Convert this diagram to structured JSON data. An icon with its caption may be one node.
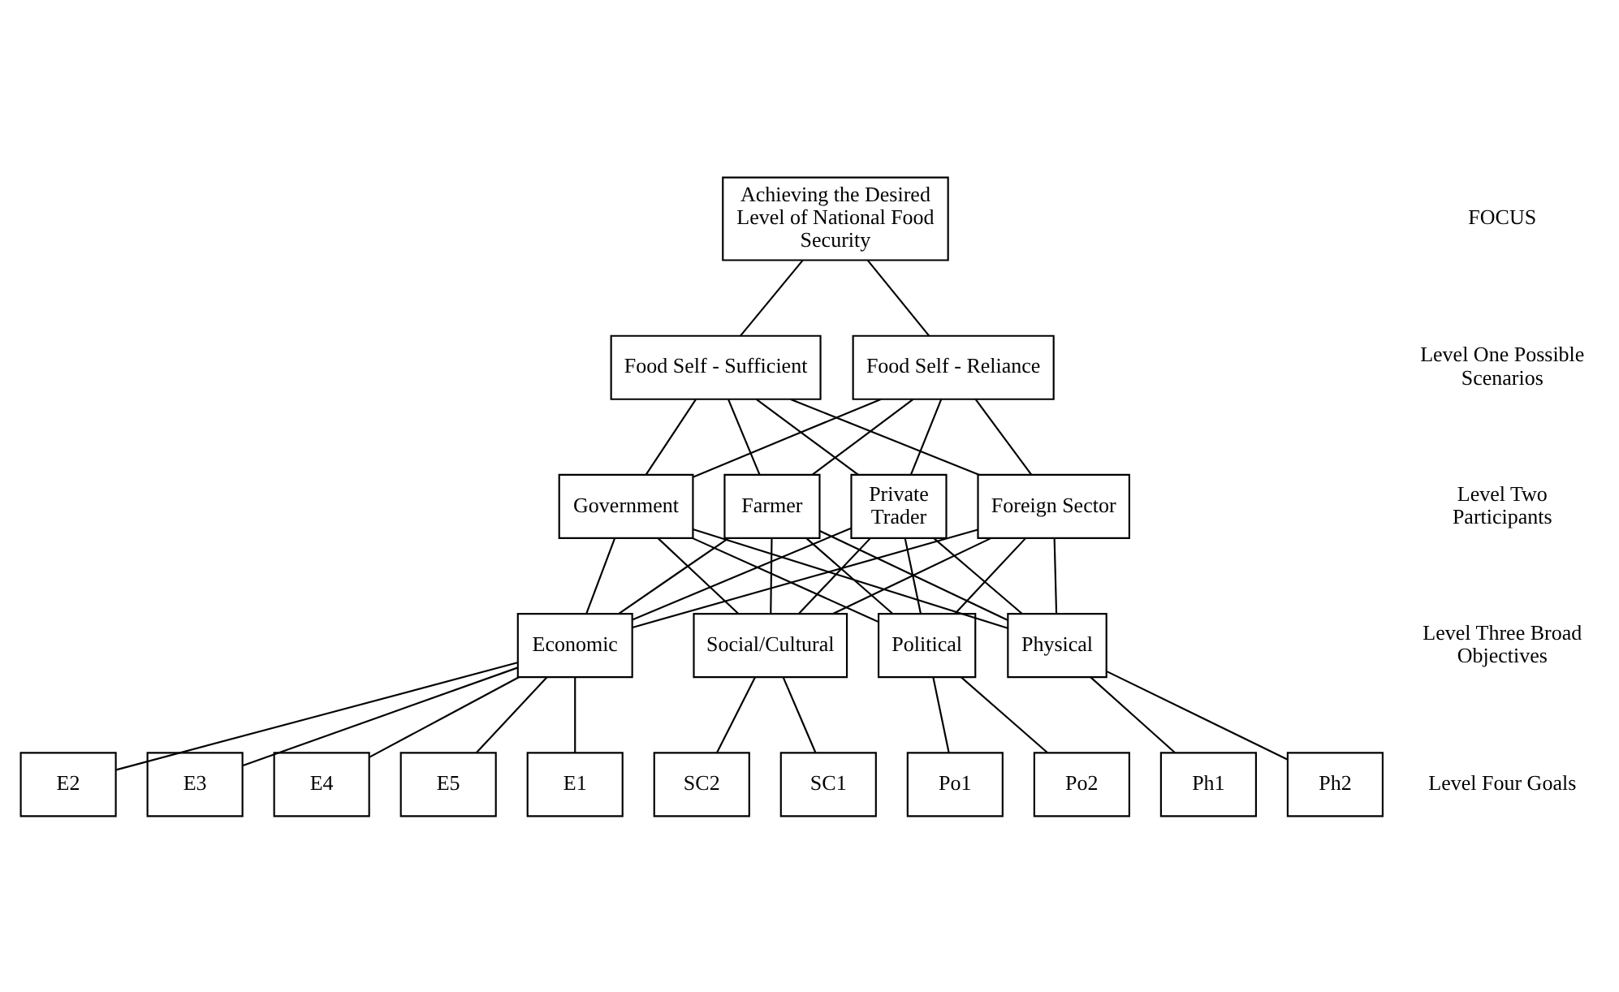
{
  "diagram": {
    "nodes": [
      {
        "text": [
          "Achieving the Desired Level of National Food Security"
        ]
      },
      {
        "text": [
          "Food Self - Sufficient"
        ]
      },
      {
        "text": [
          "Food Self - Reliance"
        ]
      },
      {
        "text": [
          "Government"
        ]
      },
      {
        "text": [
          "Farmer"
        ]
      },
      {
        "text": [
          "Private Trader"
        ]
      },
      {
        "text": [
          "Foreign Sector"
        ]
      },
      {
        "text": [
          "Physical"
        ]
      },
      {
        "text": [
          "Political"
        ]
      },
      {
        "text": [
          "Economic"
        ]
      },
      {
        "text": [
          "Social/Cultural"
        ]
      },
      {
        "text": [
          "Ph1"
        ]
      },
      {
        "text": [
          "Ph2"
        ]
      },
      {
        "text": [
          "Po1"
        ]
      },
      {
        "text": [
          "Po2"
        ]
      },
      {
        "text": [
          "E1"
        ]
      },
      {
        "text": [
          "E2"
        ]
      },
      {
        "text": [
          "E3"
        ]
      },
      {
        "text": [
          "E4"
        ]
      },
      {
        "text": [
          "E5"
        ]
      },
      {
        "text": [
          "SC1"
        ]
      },
      {
        "text": [
          "SC2"
        ]
      }
    ],
    "edges": [
      {
        "from": 0,
        "to": 1,
        "arrow": "none"
      },
      {
        "from": 0,
        "to": 2,
        "arrow": "none"
      },
      {
        "from": 1,
        "to": 3,
        "arrow": "none"
      },
      {
        "from": 1,
        "to": 4,
        "arrow": "none"
      },
      {
        "from": 1,
        "to": 5,
        "arrow": "none"
      },
      {
        "from": 1,
        "to": 6,
        "arrow": "none"
      },
      {
        "from": 2,
        "to": 3,
        "arrow": "none"
      },
      {
        "from": 2,
        "to": 4,
        "arrow": "none"
      },
      {
        "from": 2,
        "to": 5,
        "arrow": "none"
      },
      {
        "from": 2,
        "to": 6,
        "arrow": "none"
      },
      {
        "from": 3,
        "to": 7,
        "arrow": "none"
      },
      {
        "from": 3,
        "to": 8,
        "arrow": "none"
      },
      {
        "from": 3,
        "to": 9,
        "arrow": "none"
      },
      {
        "from": 3,
        "to": 10,
        "arrow": "none"
      },
      {
        "from": 4,
        "to": 7,
        "arrow": "none"
      },
      {
        "from": 4,
        "to": 8,
        "arrow": "none"
      },
      {
        "from": 4,
        "to": 9,
        "arrow": "none"
      },
      {
        "from": 4,
        "to": 10,
        "arrow": "none"
      },
      {
        "from": 5,
        "to": 7,
        "arrow": "none"
      },
      {
        "from": 5,
        "to": 8,
        "arrow": "none"
      },
      {
        "from": 5,
        "to": 9,
        "arrow": "none"
      },
      {
        "from": 5,
        "to": 10,
        "arrow": "none"
      },
      {
        "from": 6,
        "to": 7,
        "arrow": "none"
      },
      {
        "from": 6,
        "to": 8,
        "arrow": "none"
      },
      {
        "from": 6,
        "to": 9,
        "arrow": "none"
      },
      {
        "from": 6,
        "to": 10,
        "arrow": "none"
      },
      {
        "from": 7,
        "to": 11,
        "arrow": "none"
      },
      {
        "from": 7,
        "to": 12,
        "arrow": "none"
      },
      {
        "from": 8,
        "to": 13,
        "arrow": "none"
      },
      {
        "from": 8,
        "to": 14,
        "arrow": "none"
      },
      {
        "from": 9,
        "to": 15,
        "arrow": "none"
      },
      {
        "from": 9,
        "to": 16,
        "arrow": "none"
      },
      {
        "from": 9,
        "to": 17,
        "arrow": "none"
      },
      {
        "from": 9,
        "to": 18,
        "arrow": "none"
      },
      {
        "from": 9,
        "to": 19,
        "arrow": "none"
      },
      {
        "from": 10,
        "to": 20,
        "arrow": "none"
      },
      {
        "from": 10,
        "to": 21,
        "arrow": "none"
      }
    ],
    "labels": [
      "FOCUS",
      "Level One Possible Scenarios",
      "Level Two Participants",
      "Level Three Broad Objectives",
      "Level Four Goals"
    ]
  }
}
